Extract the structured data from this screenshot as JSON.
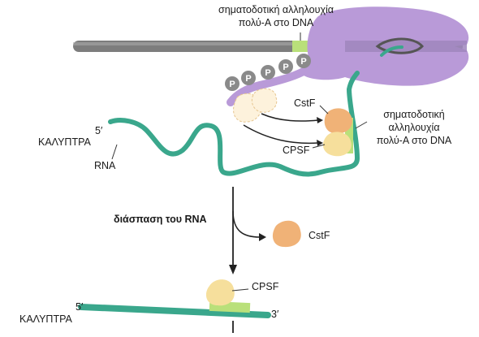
{
  "labels": {
    "polyA_top_line1": "σηματοδοτική αλληλουχία",
    "polyA_top_line2": "πολύ-Α στο DNA",
    "polyA_right_line1": "σηματοδοτική",
    "polyA_right_line2": "αλληλουχία",
    "polyA_right_line3": "πολύ-Α στο DNA",
    "five_prime": "5′",
    "three_prime": "3′",
    "cap": "ΚΑΛΥΠΤΡΑ",
    "rna": "RNA",
    "cstf": "CstF",
    "cpsf": "CPSF",
    "phospho": "P",
    "cleavage": "διάσπαση του RNA"
  },
  "colors": {
    "dna": "#7d7d7d",
    "polymerase": "#b99ad8",
    "rna": "#3aa78c",
    "signal": "#b9e07a",
    "phospho": "#8a8a8a",
    "cstf": "#f0b277",
    "cpsf": "#f6df9c"
  }
}
